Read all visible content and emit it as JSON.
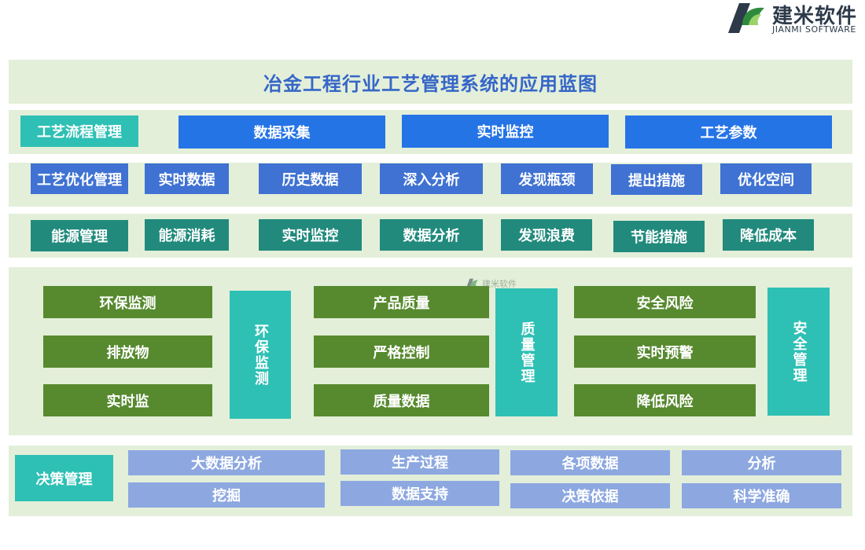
{
  "logo": {
    "name": "建米软件",
    "subtitle": "JIANMI SOFTWARE"
  },
  "title": "冶金工程行业工艺管理系统的应用蓝图",
  "row1": {
    "label": "工艺流程管理",
    "items": [
      "数据采集",
      "实时监控",
      "工艺参数"
    ]
  },
  "row2": {
    "label": "工艺优化管理",
    "items": [
      "实时数据",
      "历史数据",
      "深入分析",
      "发现瓶颈",
      "提出措施",
      "优化空间"
    ]
  },
  "row3": {
    "label": "能源管理",
    "items": [
      "能源消耗",
      "实时监控",
      "数据分析",
      "发现浪费",
      "节能措施",
      "降低成本"
    ]
  },
  "modules": {
    "env": {
      "items": [
        "环保监测",
        "排放物",
        "实时监"
      ],
      "label": "环保监测"
    },
    "quality": {
      "items": [
        "产品质量",
        "严格控制",
        "质量数据"
      ],
      "label": "质量管理"
    },
    "safety": {
      "items": [
        "安全风险",
        "实时预警",
        "降低风险"
      ],
      "label": "安全管理"
    }
  },
  "watermark": "建米软件",
  "decision": {
    "label": "决策管理",
    "top": [
      "大数据分析",
      "生产过程",
      "各项数据",
      "分析"
    ],
    "bottom": [
      "挖掘",
      "数据支持",
      "决策依据",
      "科学准确"
    ]
  },
  "colors": {
    "band": "#e3efd9",
    "title": "#3566c8",
    "teal": "#2ec0b4",
    "blue": "#2574e6",
    "mid_blue": "#3f72d2",
    "dark_teal": "#218a7c",
    "green": "#578a2f",
    "light_blue": "#8da8e0"
  }
}
